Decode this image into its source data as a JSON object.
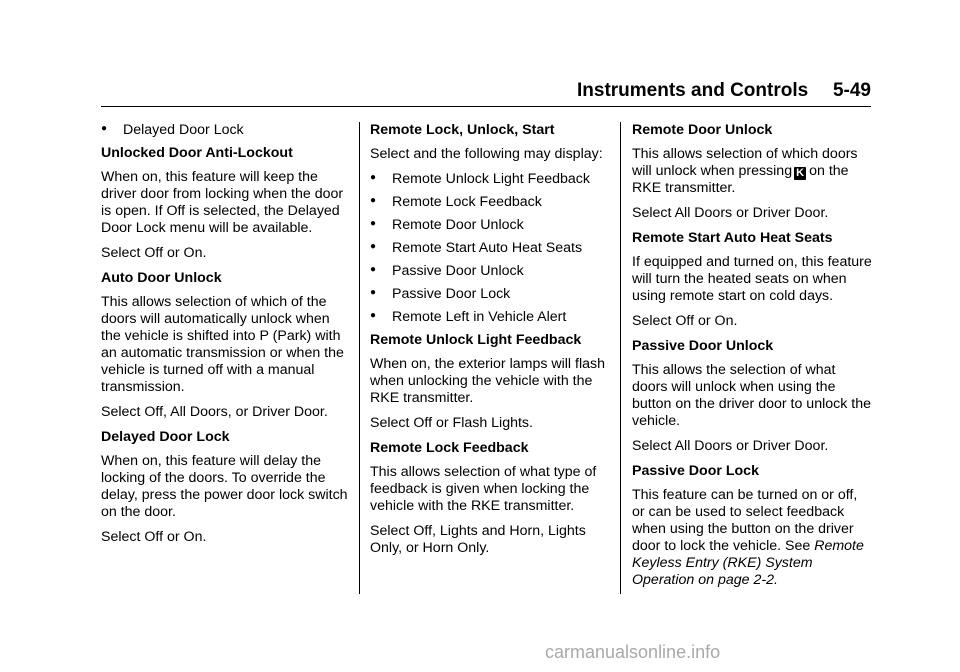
{
  "header": {
    "title": "Instruments and Controls",
    "page": "5-49"
  },
  "col1": {
    "bullet": "Delayed Door Lock",
    "h1": "Unlocked Door Anti-Lockout",
    "p1": "When on, this feature will keep the driver door from locking when the door is open. If Off is selected, the Delayed Door Lock menu will be available.",
    "p2": "Select Off or On.",
    "h2": "Auto Door Unlock",
    "p3": "This allows selection of which of the doors will automatically unlock when the vehicle is shifted into P (Park) with an automatic transmission or when the vehicle is turned off with a manual transmission.",
    "p4": "Select Off, All Doors, or Driver Door.",
    "h3": "Delayed Door Lock",
    "p5": "When on, this feature will delay the locking of the doors. To override the delay, press the power door lock switch on the door.",
    "p6": "Select Off or On."
  },
  "col2": {
    "h1": "Remote Lock, Unlock, Start",
    "p1": "Select and the following may display:",
    "bullets": [
      "Remote Unlock Light Feedback",
      "Remote Lock Feedback",
      "Remote Door Unlock",
      "Remote Start Auto Heat Seats",
      "Passive Door Unlock",
      "Passive Door Lock",
      "Remote Left in Vehicle Alert"
    ],
    "h2": "Remote Unlock Light Feedback",
    "p2": "When on, the exterior lamps will flash when unlocking the vehicle with the RKE transmitter.",
    "p3": "Select Off or Flash Lights.",
    "h3": "Remote Lock Feedback",
    "p4": "This allows selection of what type of feedback is given when locking the vehicle with the RKE transmitter.",
    "p5": "Select Off, Lights and Horn, Lights Only, or Horn Only."
  },
  "col3": {
    "h1": "Remote Door Unlock",
    "p1a": "This allows selection of which doors will unlock when pressing",
    "p1b": "on the RKE transmitter.",
    "key_icon": "K",
    "p2": "Select All Doors or Driver Door.",
    "h2": "Remote Start Auto Heat Seats",
    "p3": "If equipped and turned on, this feature will turn the heated seats on when using remote start on cold days.",
    "p4": "Select Off or On.",
    "h3": "Passive Door Unlock",
    "p5": "This allows the selection of what doors will unlock when using the button on the driver door to unlock the vehicle.",
    "p6": "Select All Doors or Driver Door.",
    "h4": "Passive Door Lock",
    "p7": "This feature can be turned on or off, or can be used to select feedback when using the button on the driver door to lock the vehicle. See",
    "p7_ref": "Remote Keyless Entry (RKE) System Operation on page 2-2."
  },
  "watermark": "carmanualsonline.info"
}
